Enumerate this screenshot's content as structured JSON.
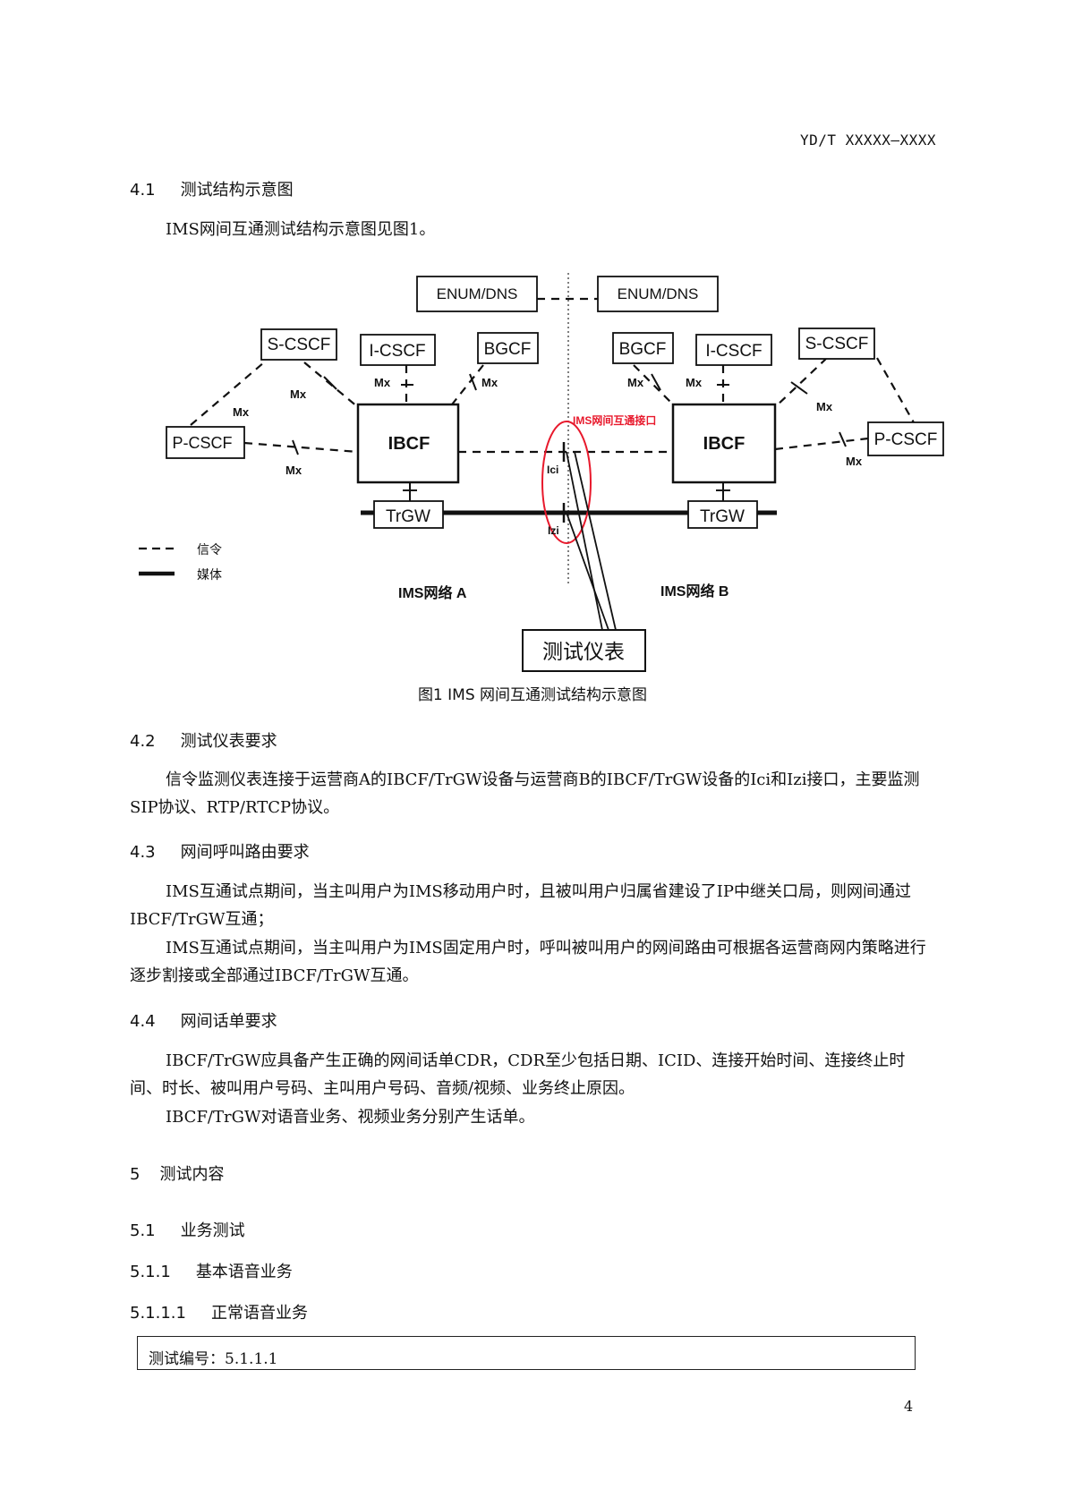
{
  "header": {
    "doc_id": "YD/T XXXXX—XXXX"
  },
  "s41": {
    "num": "4.1",
    "title": "测试结构示意图",
    "para": "IMS网间互通测试结构示意图见图1。"
  },
  "figure": {
    "labels": {
      "enum_a": "ENUM/DNS",
      "enum_b": "ENUM/DNS",
      "scscf_a": "S-CSCF",
      "icscf_a": "I-CSCF",
      "bgcf_a": "BGCF",
      "bgcf_b": "BGCF",
      "icscf_b": "I-CSCF",
      "scscf_b": "S-CSCF",
      "pcscf_a": "P-CSCF",
      "pcscf_b": "P-CSCF",
      "ibcf_a": "IBCF",
      "ibcf_b": "IBCF",
      "trgw_a": "TrGW",
      "trgw_b": "TrGW",
      "mx": "Mx",
      "ici": "Ici",
      "izi": "Izi",
      "interconnect": "IMS网间互通接口",
      "legend_signal": "信令",
      "legend_media": "媒体",
      "net_a": "IMS网络 A",
      "net_b": "IMS网络 B",
      "instrument": "测试仪表"
    },
    "caption": "图1   IMS 网间互通测试结构示意图",
    "colors": {
      "highlight": "#e8192c",
      "line": "#111111"
    }
  },
  "s42": {
    "num": "4.2",
    "title": "测试仪表要求",
    "para": "信令监测仪表连接于运营商A的IBCF/TrGW设备与运营商B的IBCF/TrGW设备的Ici和Izi接口，主要监测SIP协议、RTP/RTCP协议。"
  },
  "s43": {
    "num": "4.3",
    "title": "网间呼叫路由要求",
    "para1": "IMS互通试点期间，当主叫用户为IMS移动用户时，且被叫用户归属省建设了IP中继关口局，则网间通过IBCF/TrGW互通；",
    "para2": "IMS互通试点期间，当主叫用户为IMS固定用户时，呼叫被叫用户的网间路由可根据各运营商网内策略进行逐步割接或全部通过IBCF/TrGW互通。"
  },
  "s44": {
    "num": "4.4",
    "title": "网间话单要求",
    "para1": "IBCF/TrGW应具备产生正确的网间话单CDR，CDR至少包括日期、ICID、连接开始时间、连接终止时间、时长、被叫用户号码、主叫用户号码、音频/视频、业务终止原因。",
    "para2": "IBCF/TrGW对语音业务、视频业务分别产生话单。"
  },
  "s5": {
    "num": "5",
    "title": "测试内容"
  },
  "s51": {
    "num": "5.1",
    "title": "业务测试"
  },
  "s511": {
    "num": "5.1.1",
    "title": "基本语音业务"
  },
  "s5111": {
    "num": "5.1.1.1",
    "title": "正常语音业务"
  },
  "testbox": {
    "label": "测试编号：5.1.1.1"
  },
  "page": {
    "number": "4"
  }
}
